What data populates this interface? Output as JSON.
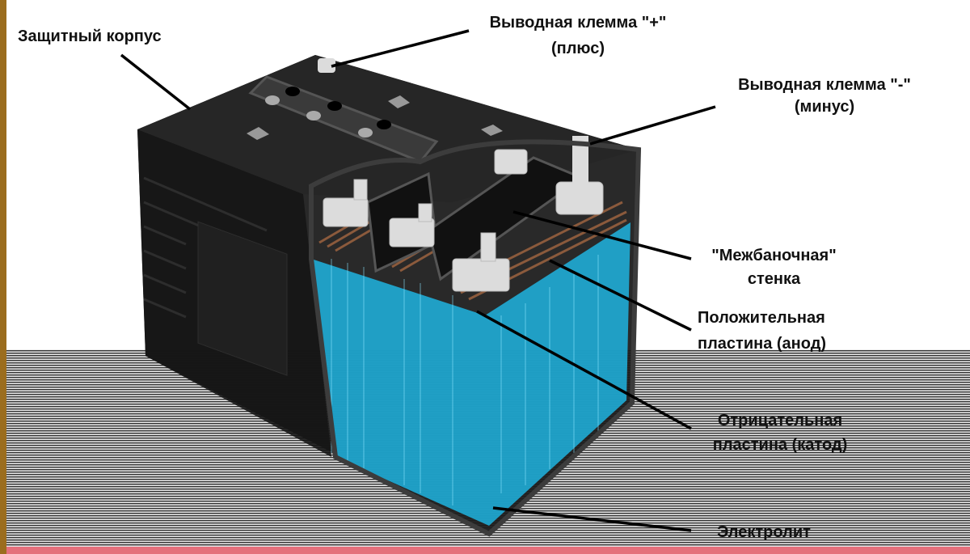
{
  "labels": {
    "case": "Защитный корпус",
    "plus_terminal_1": "Выводная клемма \"+\"",
    "plus_terminal_2": "(плюс)",
    "minus_terminal_1": "Выводная клемма \"-\"",
    "minus_terminal_2": "(минус)",
    "cell_wall_1": "\"Межбаночная\"",
    "cell_wall_2": "стенка",
    "positive_plate_1": "Положительная",
    "positive_plate_2": "пластина (анод)",
    "negative_plate_1": "Отрицательная",
    "negative_plate_2": "пластина (катод)",
    "electrolyte": "Электролит"
  },
  "colors": {
    "case": "#1e1e1e",
    "electrolyte": "#1fb4e0",
    "plate": "#8b5a3c",
    "terminal": "#dcdcdc"
  }
}
